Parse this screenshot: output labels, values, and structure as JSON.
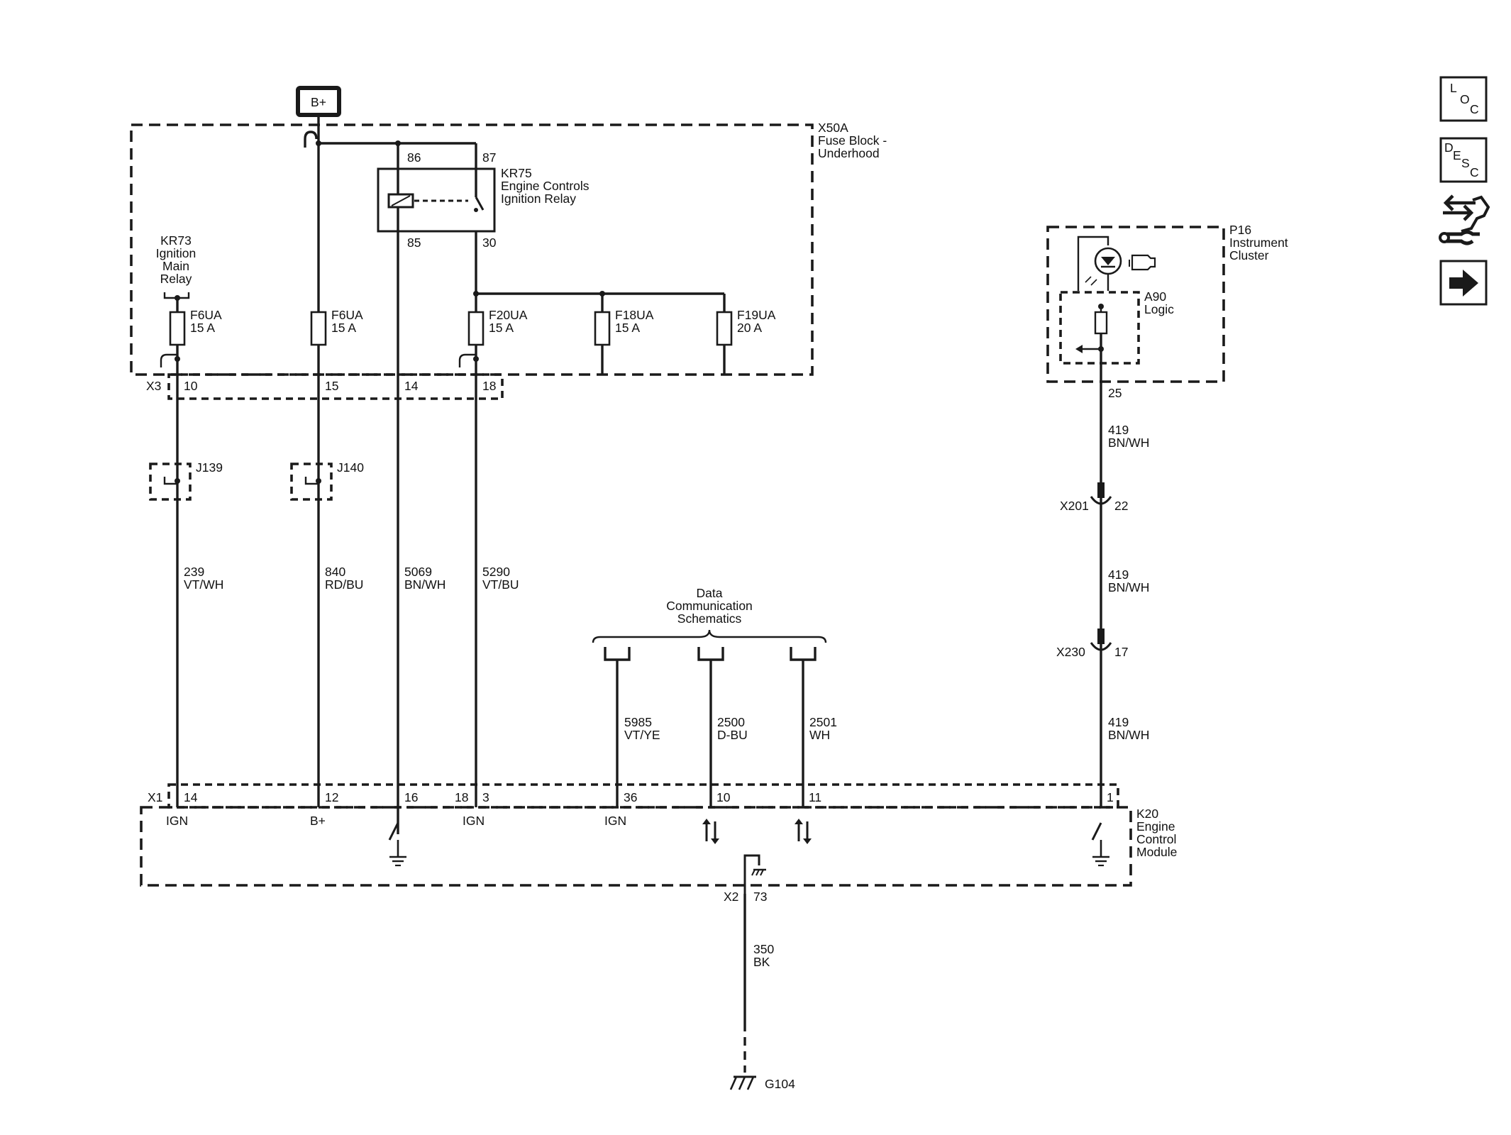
{
  "power": {
    "label": "B+"
  },
  "fuse_block": {
    "id": "X50A",
    "name_line1": "Fuse Block -",
    "name_line2": "Underhood"
  },
  "relay_kr75": {
    "id": "KR75",
    "line1": "Engine Controls",
    "line2": "Ignition Relay",
    "pin86": "86",
    "pin87": "87",
    "pin85": "85",
    "pin30": "30"
  },
  "relay_kr73": {
    "id": "KR73",
    "line1": "Ignition",
    "line2": "Main",
    "line3": "Relay"
  },
  "fuses": [
    {
      "id": "F6UA",
      "rating": "15 A"
    },
    {
      "id": "F6UA",
      "rating": "15 A"
    },
    {
      "id": "F20UA",
      "rating": "15 A"
    },
    {
      "id": "F18UA",
      "rating": "15 A"
    },
    {
      "id": "F19UA",
      "rating": "20 A"
    }
  ],
  "x3": {
    "id": "X3",
    "pins": [
      "10",
      "15",
      "14",
      "18"
    ]
  },
  "splices": {
    "j139": "J139",
    "j140": "J140"
  },
  "wires": [
    {
      "circuit": "239",
      "color": "VT/WH"
    },
    {
      "circuit": "840",
      "color": "RD/BU"
    },
    {
      "circuit": "5069",
      "color": "BN/WH"
    },
    {
      "circuit": "5290",
      "color": "VT/BU"
    },
    {
      "circuit": "5985",
      "color": "VT/YE"
    },
    {
      "circuit": "2500",
      "color": "D-BU"
    },
    {
      "circuit": "2501",
      "color": "WH"
    }
  ],
  "data_comm": {
    "line1": "Data",
    "line2": "Communication",
    "line3": "Schematics"
  },
  "cluster": {
    "id": "P16",
    "line1": "Instrument",
    "line2": "Cluster",
    "logic_id": "A90",
    "logic_name": "Logic",
    "pin": "25"
  },
  "right_wire": {
    "circuit": "419",
    "color": "BN/WH"
  },
  "x201": {
    "id": "X201",
    "pin": "22"
  },
  "x230": {
    "id": "X230",
    "pin": "17"
  },
  "x1": {
    "id": "X1",
    "pins": [
      "14",
      "12",
      "16",
      "18",
      "3",
      "36",
      "10",
      "11",
      "1"
    ]
  },
  "ecm": {
    "id": "K20",
    "line1": "Engine",
    "line2": "Control",
    "line3": "Module",
    "ign": "IGN",
    "bplus": "B+"
  },
  "x2": {
    "id": "X2",
    "pin": "73"
  },
  "ground_wire": {
    "circuit": "350",
    "color": "BK"
  },
  "ground": {
    "id": "G104"
  },
  "nav": {
    "loc": [
      "L",
      "O",
      "C"
    ],
    "desc": [
      "D",
      "E",
      "S",
      "C"
    ]
  }
}
